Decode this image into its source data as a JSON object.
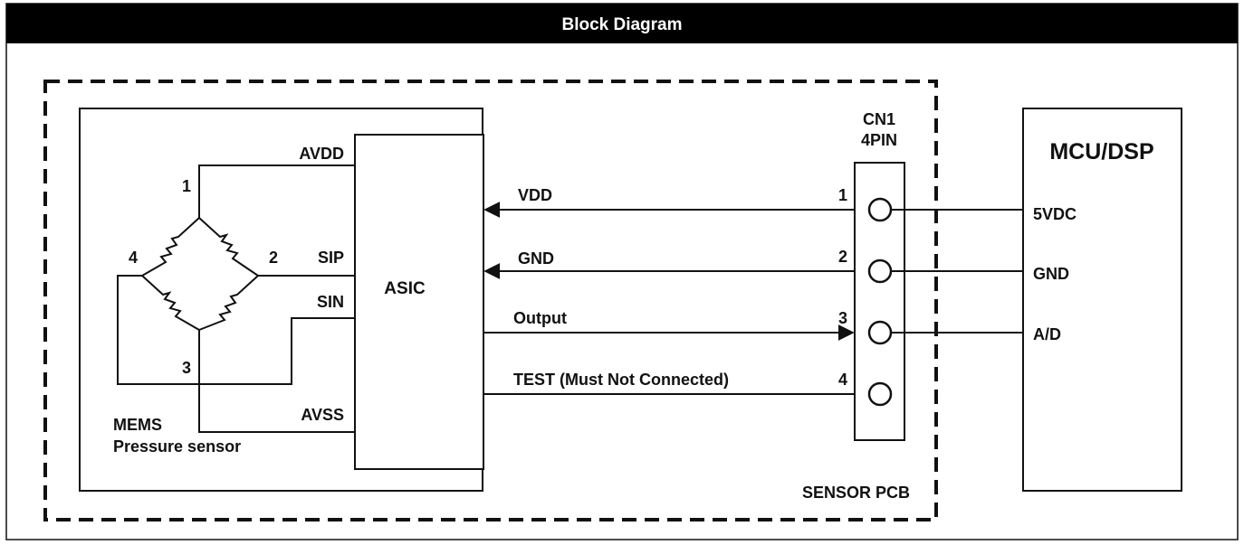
{
  "header": {
    "title": "Block Diagram"
  },
  "sensor_pcb": {
    "label": "SENSOR PCB"
  },
  "mems": {
    "line1": "MEMS",
    "line2": "Pressure sensor",
    "node_labels": [
      "1",
      "2",
      "3",
      "4"
    ],
    "pins": [
      "AVDD",
      "SIP",
      "SIN",
      "AVSS"
    ]
  },
  "asic": {
    "label": "ASIC"
  },
  "connector": {
    "name": "CN1",
    "pins_label": "4PIN",
    "pin_numbers": [
      "1",
      "2",
      "3",
      "4"
    ]
  },
  "signals": [
    "VDD",
    "GND",
    "Output",
    "TEST (Must Not Connected)"
  ],
  "mcu": {
    "label": "MCU/DSP",
    "pins": [
      "5VDC",
      "GND",
      "A/D"
    ]
  }
}
